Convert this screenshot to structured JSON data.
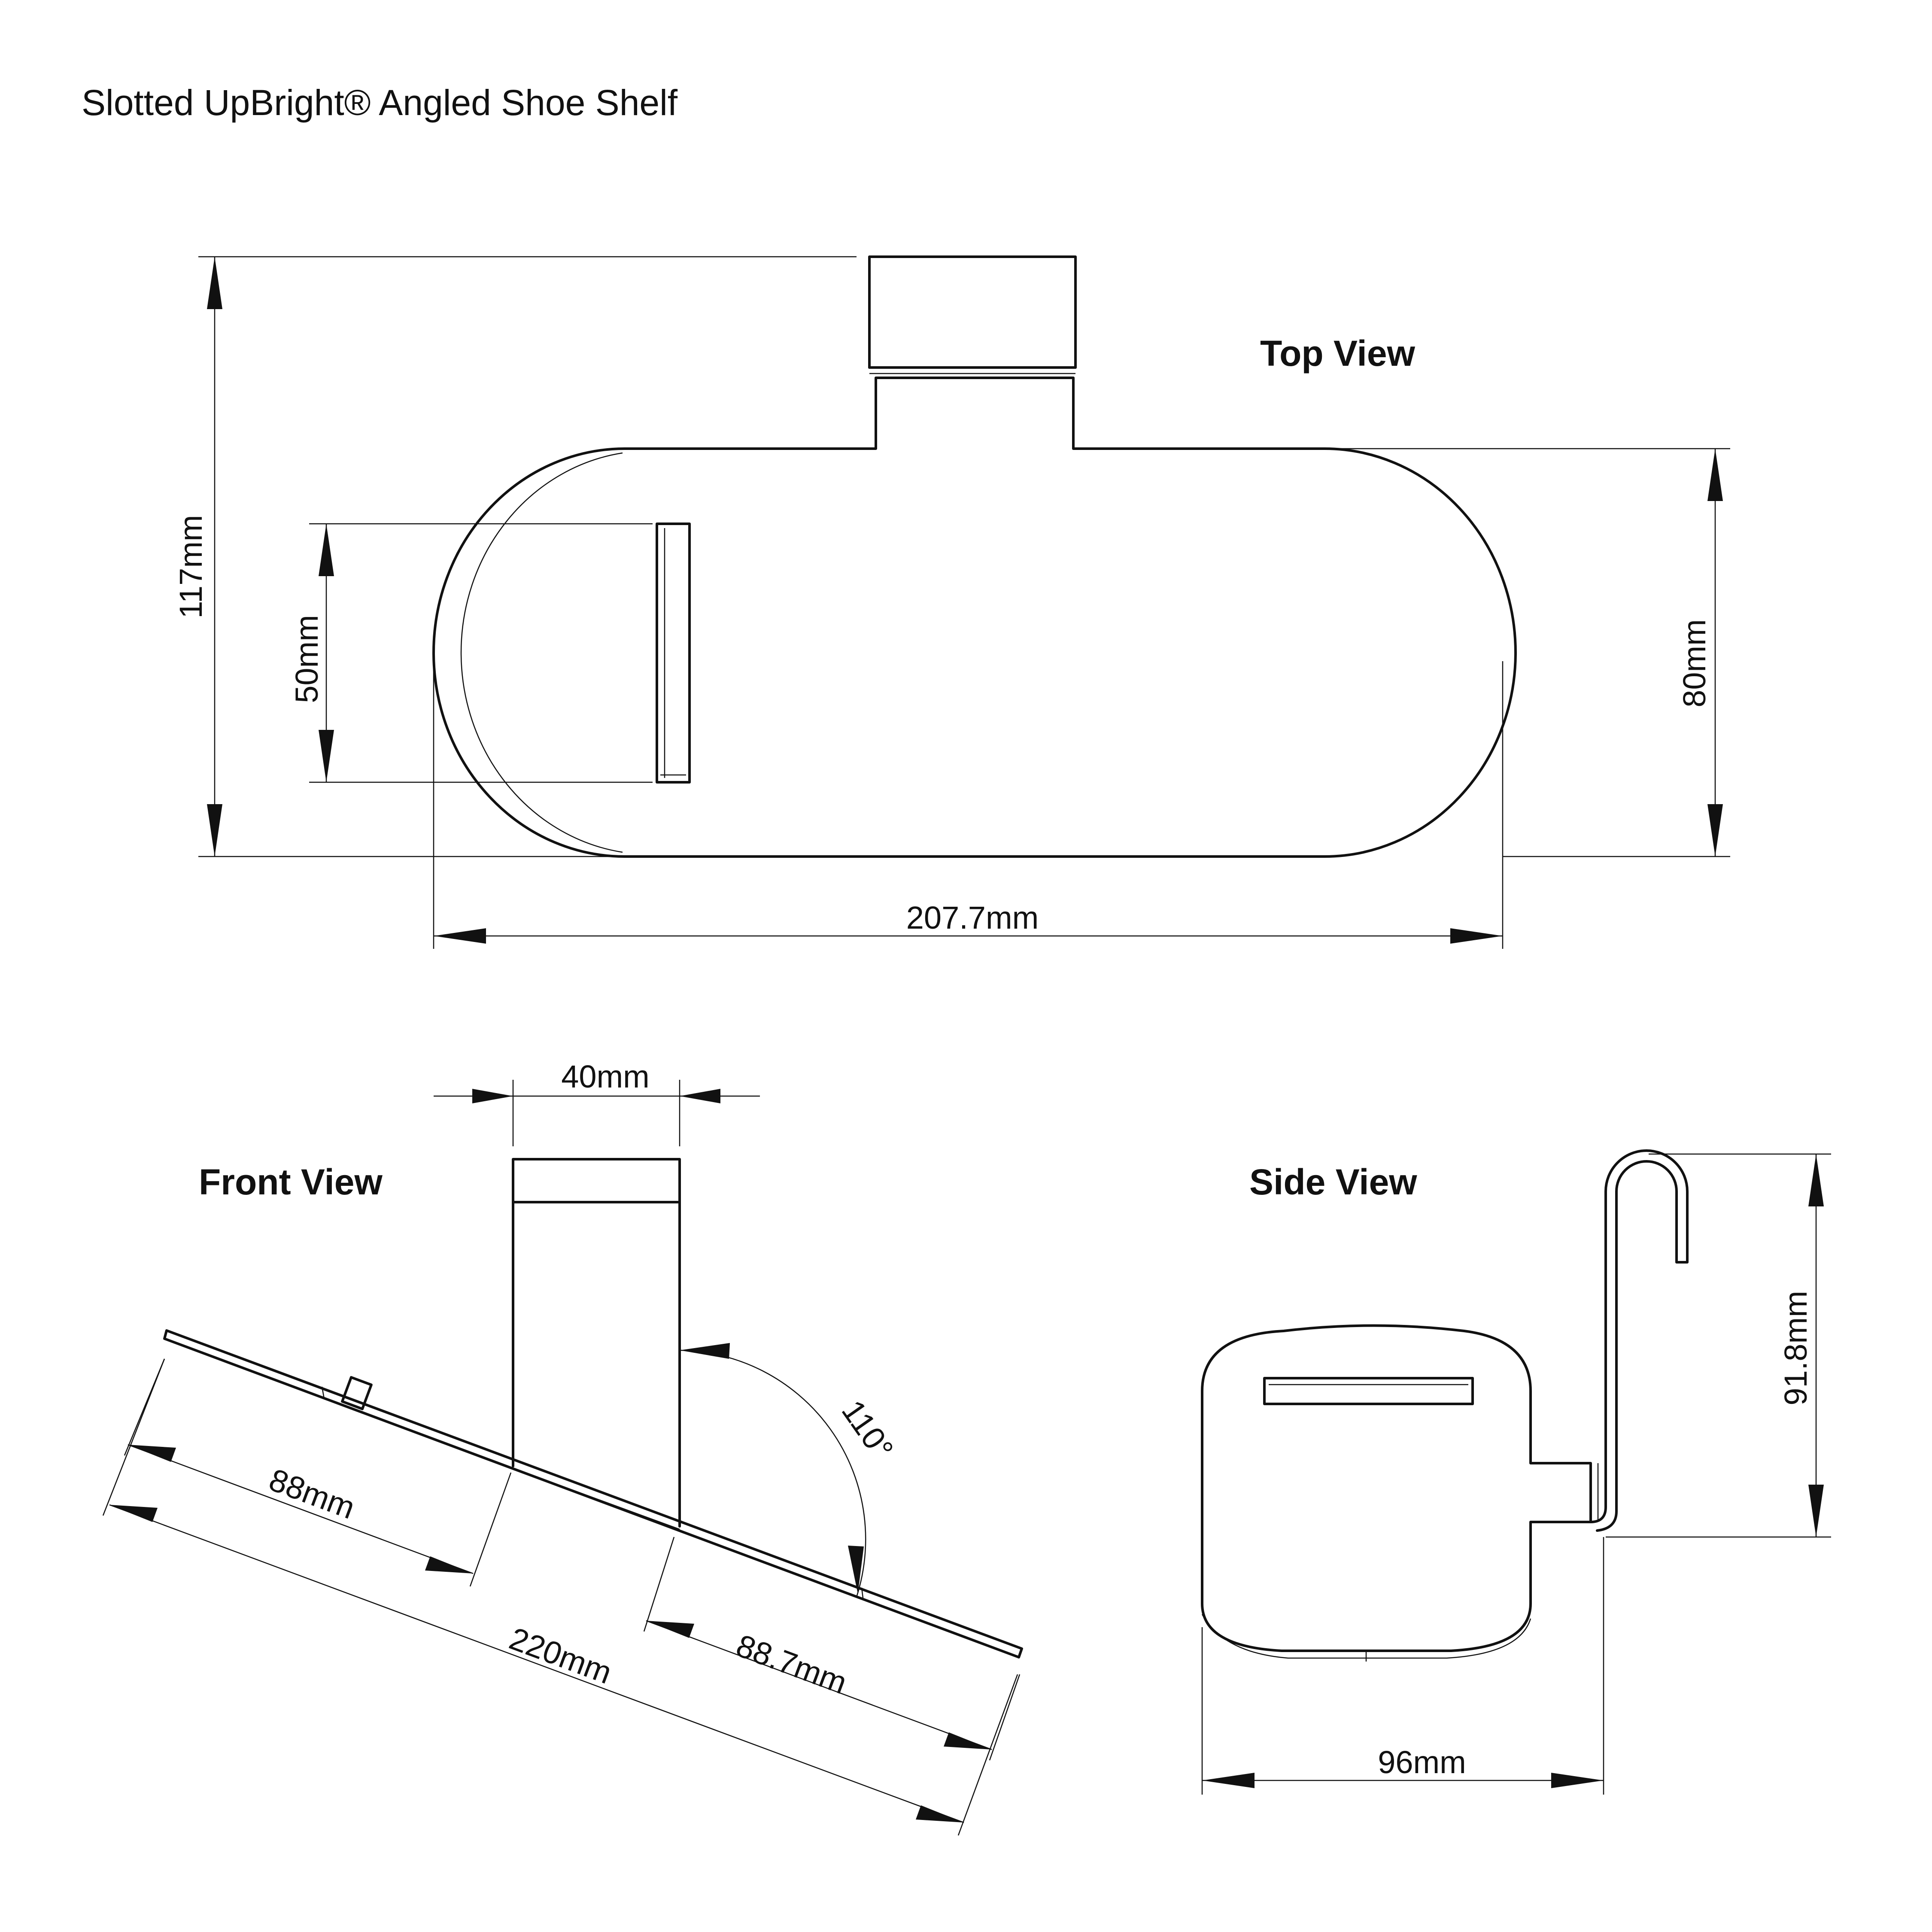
{
  "title": "Slotted UpBright® Angled Shoe Shelf",
  "views": {
    "top": "Top View",
    "front": "Front View",
    "side": "Side View"
  },
  "dimensions": {
    "top_height_total": "117mm",
    "top_slot_length": "50mm",
    "top_depth": "80mm",
    "top_width": "207.7mm",
    "front_bracket_width": "40mm",
    "front_angle": "110°",
    "front_left_length": "88mm",
    "front_total_length": "220mm",
    "front_right_length": "88.7mm",
    "side_height": "91.8mm",
    "side_width": "96mm"
  }
}
